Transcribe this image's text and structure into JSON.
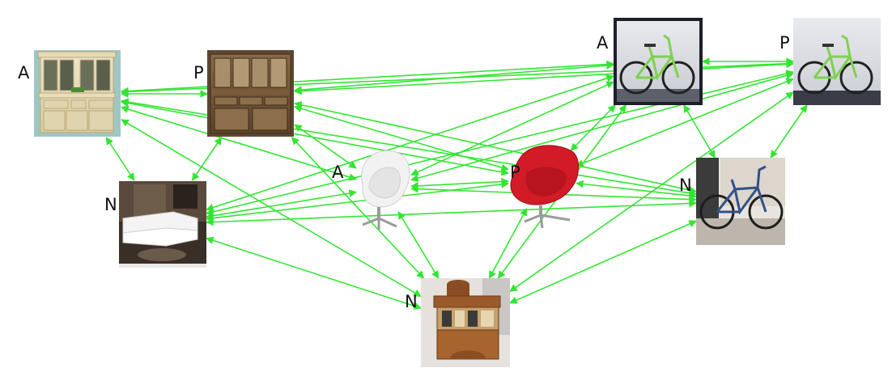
{
  "edge_color": "#33e533",
  "nodes": [
    {
      "id": "hutch_a",
      "label": "A",
      "image": "cupboard-icon"
    },
    {
      "id": "hutch_p",
      "label": "P",
      "image": "cupboard-icon"
    },
    {
      "id": "bike_a",
      "label": "A",
      "image": "bicycle-icon"
    },
    {
      "id": "bike_p",
      "label": "P",
      "image": "bicycle-icon"
    },
    {
      "id": "sofa_n",
      "label": "N",
      "image": "sofa-icon"
    },
    {
      "id": "chair_a",
      "label": "A",
      "image": "egg-chair-icon"
    },
    {
      "id": "chair_p",
      "label": "P",
      "image": "egg-chair-icon"
    },
    {
      "id": "bike_n",
      "label": "N",
      "image": "bicycle-icon"
    },
    {
      "id": "stool_n",
      "label": "N",
      "image": "wooden-stool-icon"
    }
  ],
  "edges": [
    [
      "hutch_a",
      "hutch_p"
    ],
    [
      "hutch_a",
      "bike_a"
    ],
    [
      "hutch_a",
      "bike_p"
    ],
    [
      "hutch_a",
      "sofa_n"
    ],
    [
      "hutch_a",
      "chair_a"
    ],
    [
      "hutch_a",
      "chair_p"
    ],
    [
      "hutch_a",
      "bike_n"
    ],
    [
      "hutch_a",
      "stool_n"
    ],
    [
      "hutch_p",
      "bike_a"
    ],
    [
      "hutch_p",
      "bike_p"
    ],
    [
      "hutch_p",
      "sofa_n"
    ],
    [
      "hutch_p",
      "chair_a"
    ],
    [
      "hutch_p",
      "chair_p"
    ],
    [
      "hutch_p",
      "bike_n"
    ],
    [
      "hutch_p",
      "stool_n"
    ],
    [
      "bike_a",
      "bike_p"
    ],
    [
      "bike_a",
      "sofa_n"
    ],
    [
      "bike_a",
      "chair_a"
    ],
    [
      "bike_a",
      "chair_p"
    ],
    [
      "bike_a",
      "bike_n"
    ],
    [
      "bike_a",
      "stool_n"
    ],
    [
      "bike_p",
      "sofa_n"
    ],
    [
      "bike_p",
      "chair_a"
    ],
    [
      "bike_p",
      "chair_p"
    ],
    [
      "bike_p",
      "bike_n"
    ],
    [
      "bike_p",
      "stool_n"
    ],
    [
      "sofa_n",
      "chair_a"
    ],
    [
      "sofa_n",
      "chair_p"
    ],
    [
      "sofa_n",
      "bike_n"
    ],
    [
      "sofa_n",
      "stool_n"
    ],
    [
      "chair_a",
      "chair_p"
    ],
    [
      "chair_a",
      "bike_n"
    ],
    [
      "chair_a",
      "stool_n"
    ],
    [
      "chair_p",
      "bike_n"
    ],
    [
      "chair_p",
      "stool_n"
    ],
    [
      "bike_n",
      "stool_n"
    ]
  ]
}
